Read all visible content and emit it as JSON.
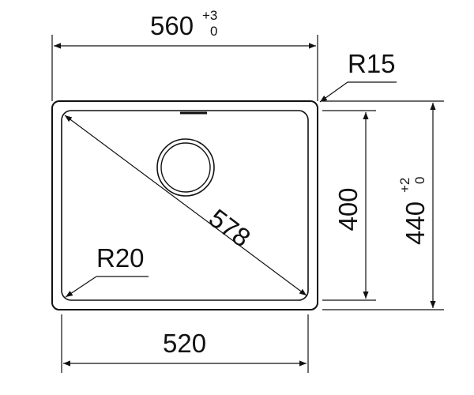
{
  "dimensions": {
    "overall_width": {
      "value": "560",
      "tol_upper": "+3",
      "tol_lower": "0"
    },
    "outer_radius": "R15",
    "overall_depth": {
      "value": "440",
      "tol_upper": "+2",
      "tol_lower": "0"
    },
    "bowl_depth": "400",
    "diagonal": "578",
    "inner_radius": "R20",
    "bowl_width": "520"
  },
  "colors": {
    "line": "#111111",
    "background": "#ffffff"
  }
}
